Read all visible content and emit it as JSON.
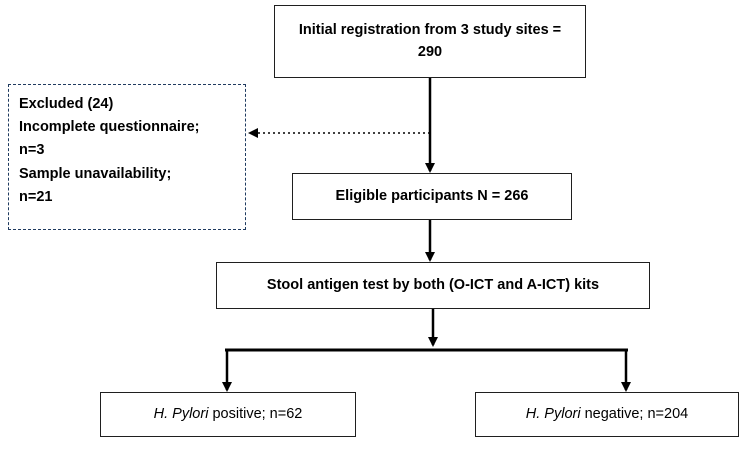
{
  "registration": {
    "text": "Initial registration from 3 study sites = 290"
  },
  "excluded": {
    "title": "Excluded (24)",
    "line1": "Incomplete questionnaire;",
    "line2": "n=3",
    "line3": "Sample unavailability;",
    "line4": "n=21"
  },
  "eligible": {
    "text": "Eligible participants N = 266"
  },
  "stool": {
    "text": "Stool antigen test by both (O-ICT and A-ICT) kits"
  },
  "positive": {
    "organism": "H. Pylori",
    "rest": " positive; n=62"
  },
  "negative": {
    "organism": "H. Pylori",
    "rest": " negative; n=204"
  }
}
